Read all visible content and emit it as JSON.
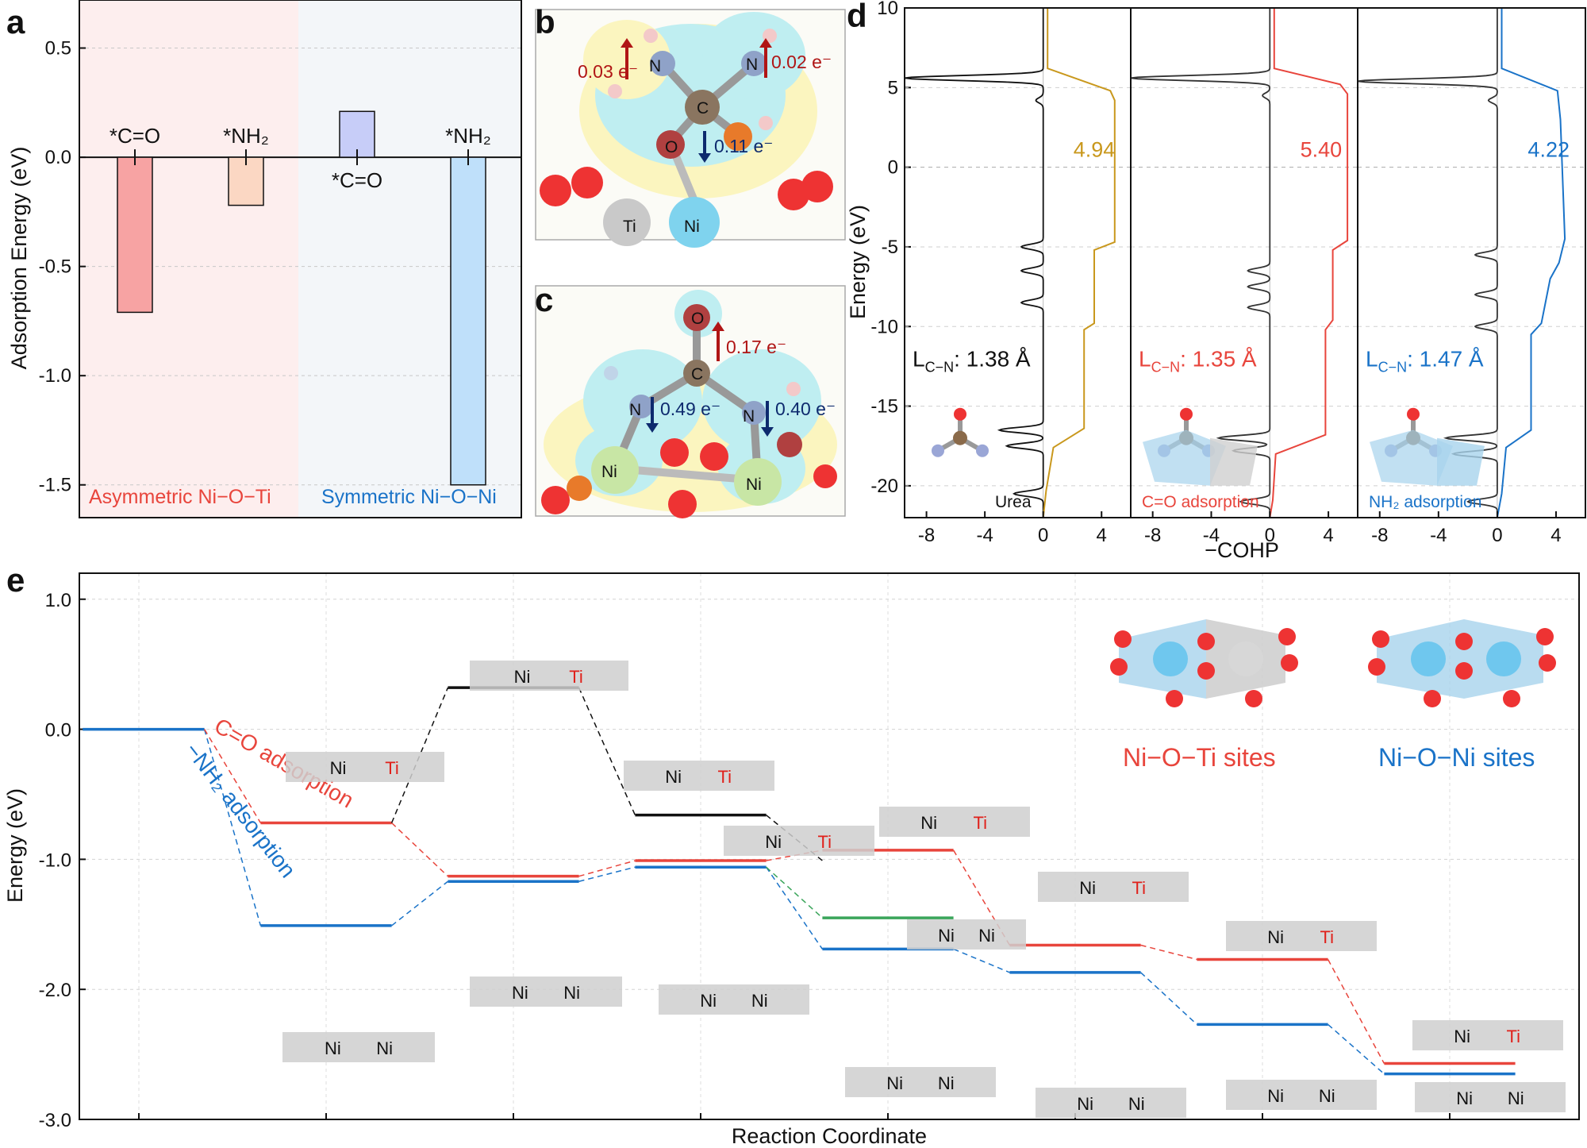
{
  "panels": {
    "a": "a",
    "b": "b",
    "c": "c",
    "d": "d",
    "e": "e"
  },
  "chart_data": [
    {
      "panel": "a",
      "type": "bar",
      "ylabel": "Adsorption Energy (eV)",
      "ylim": [
        -1.65,
        0.72
      ],
      "yticks": [
        "0.5",
        "0.0",
        "-0.5",
        "-1.0",
        "-1.5"
      ],
      "yticks_values": [
        0.5,
        0.0,
        -0.5,
        -1.0,
        -1.5
      ],
      "groups": [
        {
          "name": "Asymmetric Ni−O−Ti",
          "color": "#e8453c",
          "bg": "#fdeeee"
        },
        {
          "name": "Symmetric Ni−O−Ni",
          "color": "#1a73c8",
          "bg": "#eef3f9"
        }
      ],
      "bars": [
        {
          "label": "*C=O",
          "value": -0.71,
          "fill": "#f7a3a3",
          "group": 0,
          "label_pos": "above"
        },
        {
          "label": "*NH₂",
          "value": -0.22,
          "fill": "#fbd7c3",
          "group": 0,
          "label_pos": "above"
        },
        {
          "label": "*C=O",
          "value": 0.21,
          "fill": "#c7cdf8",
          "group": 1,
          "label_pos": "below"
        },
        {
          "label": "*NH₂",
          "value": -1.5,
          "fill": "#bfe0fa",
          "group": 1,
          "label_pos": "above"
        }
      ]
    },
    {
      "panel": "b",
      "type": "structure",
      "atoms": [
        "N",
        "N",
        "C",
        "O",
        "Ti",
        "Ni"
      ],
      "charges": [
        "0.03 e⁻",
        "0.02 e⁻",
        "0.11 e⁻"
      ]
    },
    {
      "panel": "c",
      "type": "structure",
      "atoms": [
        "O",
        "C",
        "N",
        "N",
        "Ni",
        "Ni"
      ],
      "charges": [
        "0.17 e⁻",
        "0.49 e⁻",
        "0.40 e⁻"
      ]
    },
    {
      "panel": "d",
      "type": "line",
      "ylabel": "Energy (eV)",
      "xlabel": "−COHP",
      "ylim": [
        -22,
        10
      ],
      "yticks": [
        "10",
        "5",
        "0",
        "-5",
        "-10",
        "-15",
        "-20"
      ],
      "yticks_values": [
        10,
        5,
        0,
        -5,
        -10,
        -15,
        -20
      ],
      "xlim": [
        -9.5,
        6
      ],
      "xticks": [
        "-8",
        "-4",
        "0",
        "4"
      ],
      "xticks_values": [
        -8,
        -4,
        0,
        4
      ],
      "subpanels": [
        {
          "caption": "Urea",
          "icohp": "4.94",
          "length_label": "L",
          "length_sub": "C−N",
          "length_value": ": 1.38 Å",
          "color": "#c9981d",
          "label_color": "#111111",
          "caption_color": "#111111",
          "main_peaks": [
            [
              5.6,
              -9.5
            ],
            [
              4.2,
              -0.5
            ],
            [
              -5,
              -1.5
            ],
            [
              -6.5,
              -1.5
            ],
            [
              -8.5,
              -1.5
            ],
            [
              -16.5,
              -3
            ],
            [
              -17.5,
              -2.5
            ],
            [
              -20.5,
              -2
            ]
          ],
          "integrated": [
            [
              -22,
              0
            ],
            [
              -20.3,
              0.2
            ],
            [
              -17.6,
              0.7
            ],
            [
              -16.4,
              2.8
            ],
            [
              -10.2,
              2.8
            ],
            [
              -9.8,
              3.5
            ],
            [
              -5.2,
              3.5
            ],
            [
              -4.7,
              4.9
            ],
            [
              4.2,
              4.9
            ],
            [
              4.8,
              4.6
            ],
            [
              6.2,
              0.3
            ],
            [
              10,
              0.3
            ]
          ]
        },
        {
          "caption": "C=O adsorption",
          "icohp": "5.40",
          "length_label": "L",
          "length_sub": "C−N",
          "length_value": ": 1.35 Å",
          "color": "#e8453c",
          "label_color": "#e8453c",
          "caption_color": "#e8453c",
          "main_peaks": [
            [
              5.6,
              -9.5
            ],
            [
              4.5,
              -0.5
            ],
            [
              -6.5,
              -1.5
            ],
            [
              -7.5,
              -1.5
            ],
            [
              -8.8,
              -1.5
            ],
            [
              -17,
              -3.5
            ],
            [
              -17.8,
              -2.5
            ],
            [
              -21,
              -2
            ]
          ],
          "integrated": [
            [
              -22,
              0
            ],
            [
              -20.9,
              0.2
            ],
            [
              -18,
              0.4
            ],
            [
              -16.8,
              3.8
            ],
            [
              -10.2,
              3.8
            ],
            [
              -9.6,
              4.3
            ],
            [
              -5.2,
              4.3
            ],
            [
              -4.6,
              5.3
            ],
            [
              4.6,
              5.3
            ],
            [
              5.2,
              4.8
            ],
            [
              6.2,
              0.3
            ],
            [
              10,
              0.3
            ]
          ]
        },
        {
          "caption": "NH₂ adsorption",
          "icohp": "4.22",
          "length_label": "L",
          "length_sub": "C−N",
          "length_value": ": 1.47 Å",
          "color": "#1a73c8",
          "label_color": "#1a73c8",
          "caption_color": "#1a73c8",
          "main_peaks": [
            [
              5.4,
              -9.5
            ],
            [
              4.2,
              -0.6
            ],
            [
              -5.5,
              -1.5
            ],
            [
              -8,
              -1.5
            ],
            [
              -10,
              -1.5
            ],
            [
              -17,
              -3.5
            ],
            [
              -18,
              -3
            ],
            [
              -21,
              -2
            ]
          ],
          "integrated": [
            [
              -22,
              0
            ],
            [
              -20.5,
              0.3
            ],
            [
              -17.6,
              0.6
            ],
            [
              -16.5,
              2.3
            ],
            [
              -10.5,
              2.3
            ],
            [
              -9.8,
              3
            ],
            [
              -7,
              3.6
            ],
            [
              -6,
              4.2
            ],
            [
              -4.5,
              4.6
            ],
            [
              3,
              4.3
            ],
            [
              4.8,
              4.1
            ],
            [
              6.2,
              0.3
            ],
            [
              10,
              0.3
            ]
          ]
        }
      ]
    },
    {
      "panel": "e",
      "type": "line",
      "ylabel": "Energy (eV)",
      "xlabel": "Reaction Coordinate",
      "ylim": [
        -3.0,
        1.2
      ],
      "yticks": [
        "1.0",
        "0.0",
        "-1.0",
        "-2.0",
        "-3.0"
      ],
      "yticks_values": [
        1.0,
        0.0,
        -1.0,
        -2.0,
        -3.0
      ],
      "xlim": [
        0,
        8.5
      ],
      "red_label": "C=O adsorption",
      "blue_label": "−NH₂ adsorption",
      "series": [
        {
          "color": "#e8453c",
          "levels": [
            [
              0.65,
              1.35,
              -0.72
            ],
            [
              1.65,
              2.35,
              -1.13
            ],
            [
              2.65,
              3.35,
              -1.01
            ],
            [
              3.65,
              4.35,
              -0.93
            ],
            [
              4.65,
              5.35,
              -1.66
            ],
            [
              5.65,
              6.35,
              -1.77
            ],
            [
              6.65,
              7.35,
              -2.57
            ]
          ]
        },
        {
          "color": "#1a73c8",
          "levels": [
            [
              -0.3,
              0.35,
              0.0
            ],
            [
              0.65,
              1.35,
              -1.51
            ],
            [
              1.65,
              2.35,
              -1.17
            ],
            [
              2.65,
              3.35,
              -1.06
            ],
            [
              3.65,
              4.35,
              -1.69
            ],
            [
              4.65,
              5.35,
              -1.87
            ],
            [
              5.65,
              6.35,
              -2.27
            ],
            [
              6.65,
              7.35,
              -2.65
            ]
          ]
        },
        {
          "color": "#111111",
          "levels": [
            [
              1.65,
              2.35,
              0.32
            ],
            [
              2.65,
              3.35,
              -0.66
            ]
          ]
        },
        {
          "color": "#3aa55a",
          "levels": [
            [
              3.65,
              4.35,
              -1.45
            ]
          ]
        }
      ],
      "sites": [
        {
          "label": "Ni−O−Ti sites",
          "color": "#e8453c"
        },
        {
          "label": "Ni−O−Ni sites",
          "color": "#1a73c8"
        }
      ]
    }
  ]
}
